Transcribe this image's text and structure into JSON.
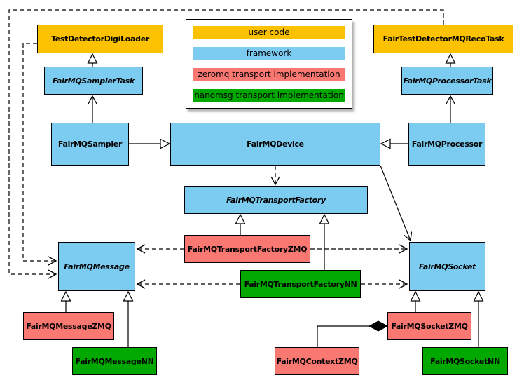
{
  "colors": {
    "user_code": "#FCC200",
    "framework": "#7CCCF2",
    "zeromq": "#F97872",
    "nanomsg": "#00A800"
  },
  "legend": {
    "items": [
      {
        "label": "user code",
        "color": "#FCC200"
      },
      {
        "label": "framework",
        "color": "#7CCCF2"
      },
      {
        "label": "zeromq transport implementation",
        "color": "#F97872"
      },
      {
        "label": "nanomsg transport implementation",
        "color": "#00A800"
      }
    ]
  },
  "nodes": {
    "test_detector_digi_loader": {
      "label": "TestDetectorDigiLoader",
      "category": "user code",
      "abstract": false
    },
    "fair_test_detector_mq_reco_task": {
      "label": "FairTestDetectorMQRecoTask",
      "category": "user code",
      "abstract": false
    },
    "fair_mq_sampler_task": {
      "label": "FairMQSamplerTask",
      "category": "framework",
      "abstract": true
    },
    "fair_mq_processor_task": {
      "label": "FairMQProcessorTask",
      "category": "framework",
      "abstract": true
    },
    "fair_mq_sampler": {
      "label": "FairMQSampler",
      "category": "framework",
      "abstract": false
    },
    "fair_mq_device": {
      "label": "FairMQDevice",
      "category": "framework",
      "abstract": false
    },
    "fair_mq_processor": {
      "label": "FairMQProcessor",
      "category": "framework",
      "abstract": false
    },
    "fair_mq_transport_factory": {
      "label": "FairMQTransportFactory",
      "category": "framework",
      "abstract": true
    },
    "fair_mq_message": {
      "label": "FairMQMessage",
      "category": "framework",
      "abstract": true
    },
    "fair_mq_socket": {
      "label": "FairMQSocket",
      "category": "framework",
      "abstract": true
    },
    "fair_mq_transport_factory_zmq": {
      "label": "FairMQTransportFactoryZMQ",
      "category": "zeromq",
      "abstract": false
    },
    "fair_mq_transport_factory_nn": {
      "label": "FairMQTransportFactoryNN",
      "category": "nanomsg",
      "abstract": false
    },
    "fair_mq_message_zmq": {
      "label": "FairMQMessageZMQ",
      "category": "zeromq",
      "abstract": false
    },
    "fair_mq_message_nn": {
      "label": "FairMQMessageNN",
      "category": "nanomsg",
      "abstract": false
    },
    "fair_mq_context_zmq": {
      "label": "FairMQContextZMQ",
      "category": "zeromq",
      "abstract": false
    },
    "fair_mq_socket_zmq": {
      "label": "FairMQSocketZMQ",
      "category": "zeromq",
      "abstract": false
    },
    "fair_mq_socket_nn": {
      "label": "FairMQSocketNN",
      "category": "nanomsg",
      "abstract": false
    }
  },
  "edges": [
    {
      "type": "generalization-triangle",
      "tail": "FairMQSamplerTask",
      "head": "TestDetectorDigiLoader",
      "style": "solid"
    },
    {
      "type": "generalization-triangle",
      "tail": "FairMQProcessorTask",
      "head": "FairTestDetectorMQRecoTask",
      "style": "solid"
    },
    {
      "type": "open-arrow",
      "tail": "FairMQSampler",
      "head": "FairMQSamplerTask",
      "style": "solid"
    },
    {
      "type": "open-arrow",
      "tail": "FairMQProcessor",
      "head": "FairMQProcessorTask",
      "style": "solid"
    },
    {
      "type": "generalization-triangle",
      "tail": "FairMQSampler",
      "head": "FairMQDevice",
      "style": "solid"
    },
    {
      "type": "generalization-triangle",
      "tail": "FairMQProcessor",
      "head": "FairMQDevice",
      "style": "solid"
    },
    {
      "type": "open-arrow",
      "tail": "FairMQDevice",
      "head": "FairMQTransportFactory",
      "style": "dashed"
    },
    {
      "type": "open-arrow",
      "tail": "FairMQDevice",
      "head": "FairMQSocket",
      "style": "solid"
    },
    {
      "type": "generalization-triangle",
      "tail": "FairMQTransportFactoryZMQ",
      "head": "FairMQTransportFactory",
      "style": "solid"
    },
    {
      "type": "generalization-triangle",
      "tail": "FairMQTransportFactoryNN",
      "head": "FairMQTransportFactory",
      "style": "solid"
    },
    {
      "type": "open-arrow",
      "tail": "FairMQTransportFactoryZMQ",
      "head": "FairMQMessage",
      "style": "dashed"
    },
    {
      "type": "open-arrow",
      "tail": "FairMQTransportFactoryZMQ",
      "head": "FairMQSocket",
      "style": "dashed"
    },
    {
      "type": "open-arrow",
      "tail": "FairMQTransportFactoryNN",
      "head": "FairMQMessage",
      "style": "dashed"
    },
    {
      "type": "open-arrow",
      "tail": "FairMQTransportFactoryNN",
      "head": "FairMQSocket",
      "style": "dashed"
    },
    {
      "type": "open-arrow",
      "tail": "TestDetectorDigiLoader",
      "head": "FairMQMessage",
      "style": "dashed"
    },
    {
      "type": "open-arrow",
      "tail": "FairTestDetectorMQRecoTask",
      "head": "FairMQMessage",
      "style": "dashed"
    },
    {
      "type": "generalization-triangle",
      "tail": "FairMQMessageZMQ",
      "head": "FairMQMessage",
      "style": "solid"
    },
    {
      "type": "generalization-triangle",
      "tail": "FairMQMessageNN",
      "head": "FairMQMessage",
      "style": "solid"
    },
    {
      "type": "generalization-triangle",
      "tail": "FairMQSocketZMQ",
      "head": "FairMQSocket",
      "style": "solid"
    },
    {
      "type": "generalization-triangle",
      "tail": "FairMQSocketNN",
      "head": "FairMQSocket",
      "style": "solid"
    },
    {
      "type": "composition-diamond",
      "tail": "FairMQContextZMQ",
      "head": "FairMQSocketZMQ",
      "style": "solid"
    }
  ]
}
